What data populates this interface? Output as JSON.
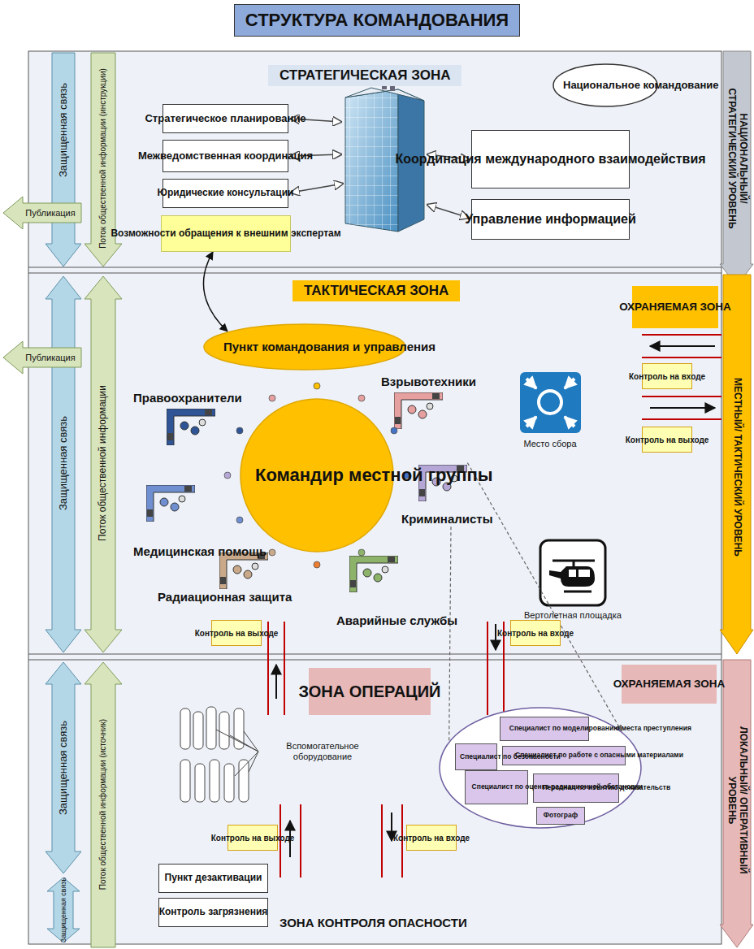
{
  "diagram": {
    "title": "СТРУКТУРА КОМАНДОВАНИЯ",
    "nodes": [
      {
        "text": [
          "СТРАТЕГИЧЕСКАЯ ЗОНА"
        ]
      },
      {
        "text": [
          "Национальное командование"
        ],
        "in": 0
      },
      {
        "text": [
          "Стратегическое планирование"
        ],
        "in": 0
      },
      {
        "text": [
          "Межведомственная координация"
        ],
        "in": 0
      },
      {
        "text": [
          "Юридические консультации"
        ],
        "in": 0
      },
      {
        "text": [
          "Координация международного взаимодействия"
        ],
        "in": 0
      },
      {
        "text": [
          "Управление информацией"
        ],
        "in": 0
      },
      {
        "text": [
          "Возможности обращения к внешним экспертам"
        ],
        "in": 0
      },
      {
        "text": [
          "ТАКТИЧЕСКАЯ ЗОНА"
        ]
      },
      {
        "text": [
          "ОХРАНЯЕМАЯ ЗОНА"
        ],
        "in": 8
      },
      {
        "text": [
          "Контроль на входе"
        ],
        "in": 8
      },
      {
        "text": [
          "Контроль на выходе"
        ],
        "in": 8
      },
      {
        "text": [
          "Пункт командования и управления"
        ],
        "in": 8
      },
      {
        "text": [
          "Правоохранители"
        ],
        "in": 8
      },
      {
        "text": [
          "Взрывотехники"
        ],
        "in": 8
      },
      {
        "text": [
          "Командир местной группы"
        ],
        "in": 8
      },
      {
        "text": [
          "Медицинская помощь"
        ],
        "in": 8
      },
      {
        "text": [
          "Криминалисты"
        ],
        "in": 8
      },
      {
        "text": [
          "Радиационная защита"
        ],
        "in": 8
      },
      {
        "text": [
          "Аварийные службы"
        ],
        "in": 8
      },
      {
        "text": [
          "Контроль на выходе"
        ],
        "in": 8
      },
      {
        "text": [
          "Контроль на входе"
        ],
        "in": 8
      },
      {
        "text": [
          "ЗОНА КОНТРОЛЯ ОПАСНОСТИ"
        ]
      },
      {
        "text": [
          "ЗОНА ОПЕРАЦИЙ"
        ],
        "in": 22
      },
      {
        "text": [
          "ОХРАНЯЕМАЯ ЗОНА"
        ],
        "in": 22
      },
      {
        "text": [],
        "in": 22
      },
      {
        "text": [
          "Специалист по моделированию места преступления"
        ],
        "in": 25
      },
      {
        "text": [
          "Специалист по безопасности"
        ],
        "in": 25
      },
      {
        "text": [
          "Специалист по работе с опасными материалами"
        ],
        "in": 25
      },
      {
        "text": [
          "Специалист по оценке радиационной обстановки"
        ],
        "in": 25
      },
      {
        "text": [
          "Персонал по изъятию доказательств"
        ],
        "in": 25
      },
      {
        "text": [
          "Фотограф"
        ],
        "in": 25
      },
      {
        "text": [
          "Контроль на выходе"
        ],
        "in": 22
      },
      {
        "text": [
          "Контроль на входе"
        ],
        "in": 22
      },
      {
        "text": [
          "Пункт дезактивации"
        ],
        "in": 22
      },
      {
        "text": [
          "Контроль загрязнения"
        ],
        "in": 22
      }
    ],
    "edges": [
      {
        "from": 7,
        "to": 12,
        "arrow": "both"
      },
      {
        "from": 17,
        "to": 25,
        "arrow": "to"
      },
      {
        "from": 17,
        "to": 25,
        "arrow": "to"
      }
    ],
    "labels": [
      "Защищенная связь",
      "Поток общественной информации (инструкции)",
      "Публикация",
      "Защищенная связь",
      "Поток общественной информации",
      "Публикация",
      "Защищенная связь",
      "Поток общественной информации (источник)",
      "Защищенная связь",
      "НАЦИОНАЛЬНЫЙ/ СТРАТЕГИЧЕСКИЙ УРОВЕНЬ",
      "МЕСТНЫЙ/ ТАКТИЧЕСКИЙ УРОВЕНЬ",
      "ЛОКАЛЬНЫЙ/ ОПЕРАТИВНЫЙ УРОВЕНЬ",
      "Место сбора",
      "Вертолетная площадка",
      "Вспомогательное оборудование"
    ]
  }
}
